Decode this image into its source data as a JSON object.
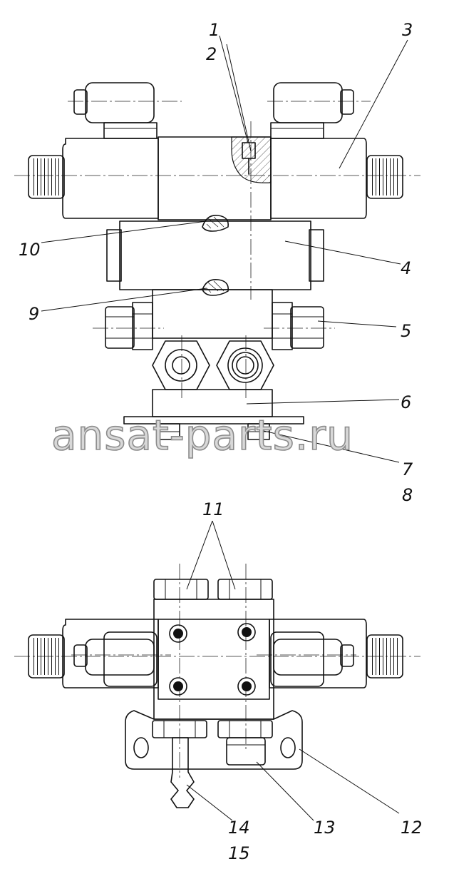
{
  "watermark": "ansat-parts.ru",
  "callouts": {
    "c1": "1",
    "c2": "2",
    "c3": "3",
    "c4": "4",
    "c5": "5",
    "c6": "6",
    "c7": "7",
    "c8": "8",
    "c9": "9",
    "c10": "10",
    "c11": "11",
    "c12": "12",
    "c13": "13",
    "c14": "14",
    "c15": "15"
  }
}
